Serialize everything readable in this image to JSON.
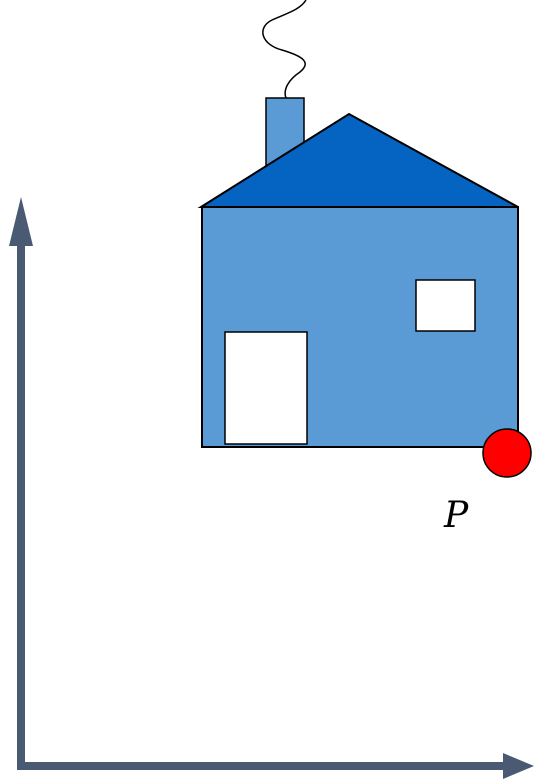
{
  "diagram": {
    "point_label": "P",
    "colors": {
      "axis": "#4a5a73",
      "wall": "#5b9bd5",
      "roof": "#0563c1",
      "chimney": "#5b9bd5",
      "window_door": "#ffffff",
      "outline": "#000000",
      "smoke": "#000000",
      "point": "#ff0000",
      "label": "#000000"
    },
    "icons": {
      "vertical_axis": "up-arrow",
      "horizontal_axis": "right-arrow",
      "point_marker": "filled-circle"
    }
  }
}
